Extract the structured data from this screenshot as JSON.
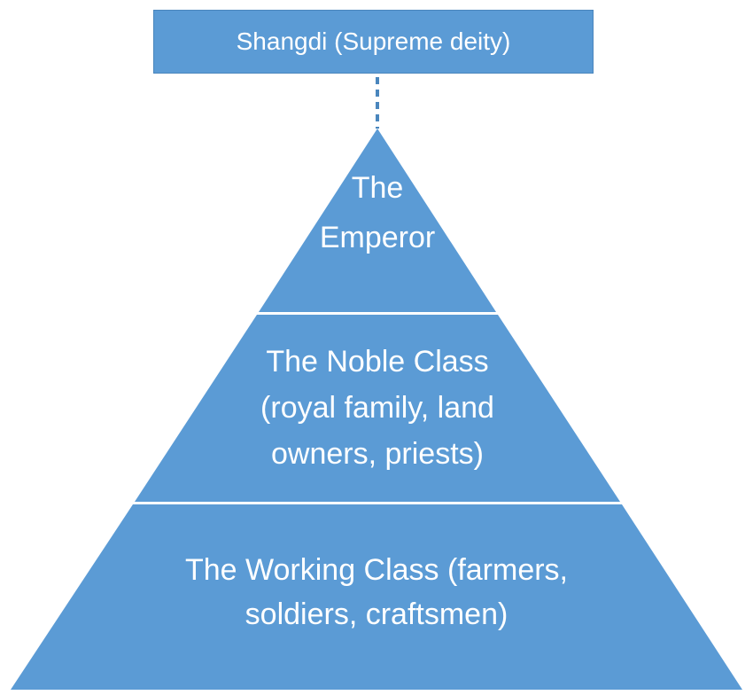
{
  "colors": {
    "box_fill": "#5b9bd5",
    "pyramid_fill": "#5b9bd5",
    "divider": "#ffffff",
    "connector": "#4a86bd",
    "text": "#ffffff"
  },
  "top_box": {
    "label": "Shangdi (Supreme deity)"
  },
  "connector": {
    "style": "dashed"
  },
  "pyramid": {
    "tiers": [
      {
        "lines": [
          "The",
          "Emperor"
        ]
      },
      {
        "lines": [
          "The Noble Class",
          "(royal family, land",
          "owners, priests)"
        ]
      },
      {
        "lines": [
          "The Working Class (farmers,",
          "soldiers, craftsmen)"
        ]
      }
    ]
  }
}
